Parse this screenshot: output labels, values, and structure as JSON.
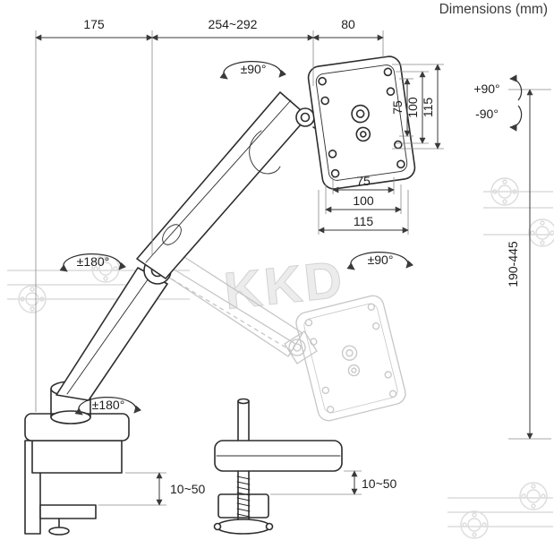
{
  "title": "Dimensions (mm)",
  "watermark_text": "KKD",
  "dims": {
    "width_left": "175",
    "width_mid": "254~292",
    "width_right": "80",
    "vesa_side_75": "75",
    "vesa_side_100": "100",
    "vesa_side_115": "115",
    "vesa_bottom_75": "75",
    "vesa_bottom_100": "100",
    "vesa_bottom_115": "115",
    "height_range": "190-445",
    "clamp_left_range": "10~50",
    "clamp_right_range": "10~50"
  },
  "rotations": {
    "top_swivel": "±90°",
    "elbow_swivel": "±180°",
    "base_swivel": "±180°",
    "vesa_rotate": "±90°",
    "tilt_up": "+90°",
    "tilt_down": "-90°"
  }
}
